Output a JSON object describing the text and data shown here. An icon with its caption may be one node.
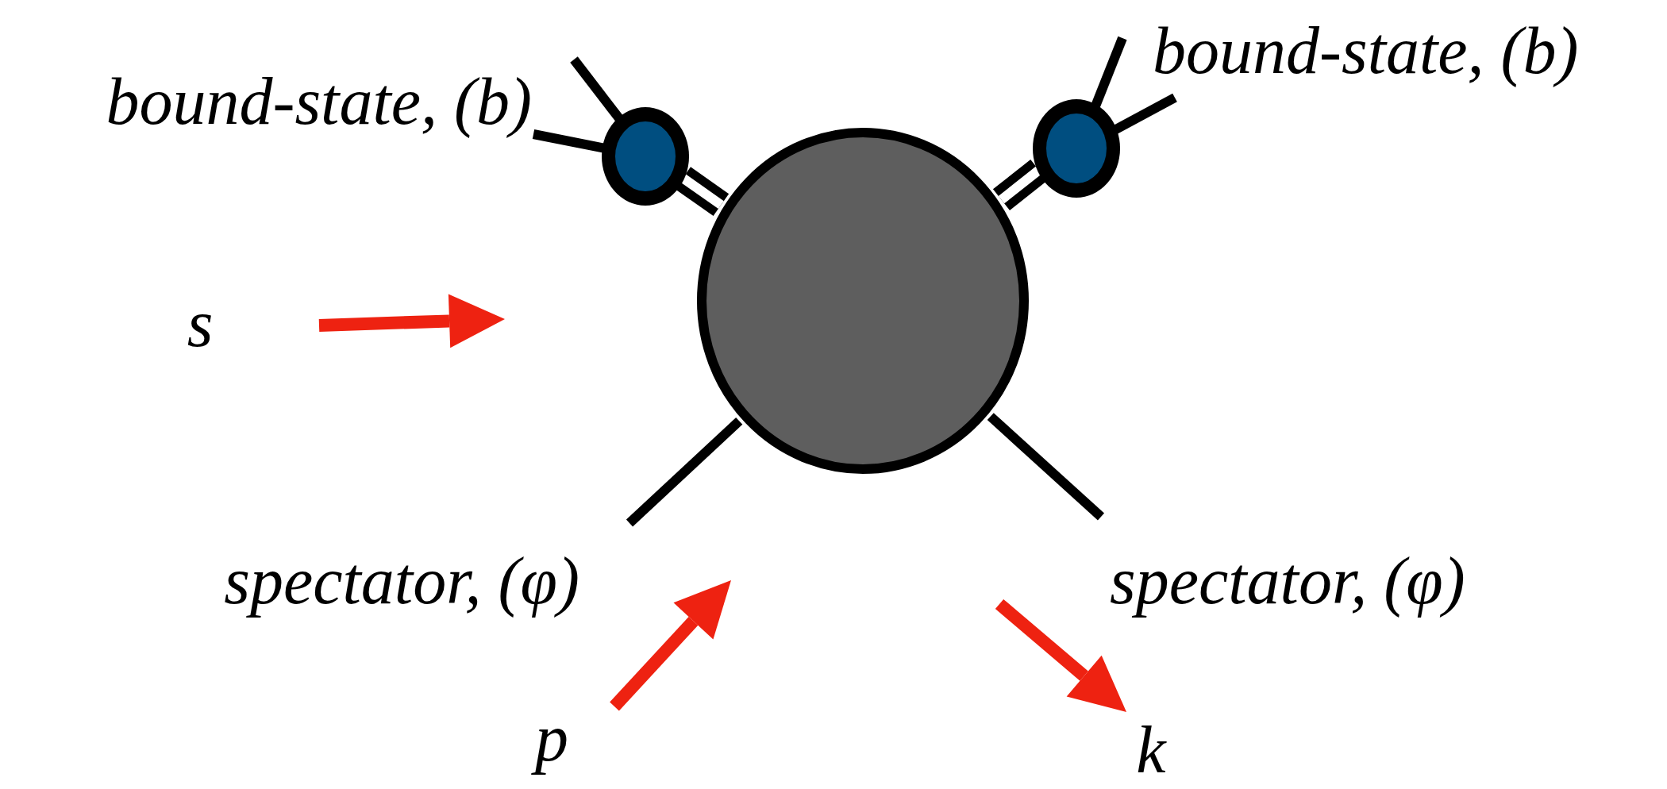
{
  "diagram": {
    "nodes": [
      {
        "text": [],
        "shape": "circle"
      },
      {
        "text": [],
        "shape": "circle"
      },
      {
        "text": [],
        "shape": "circle"
      },
      {
        "text": [
          "bound-state, (b)"
        ]
      },
      {
        "text": [
          "bound-state, (b)"
        ]
      },
      {
        "text": [
          "spectator, (φ)"
        ]
      },
      {
        "text": [
          "spectator, (φ)"
        ]
      }
    ],
    "edges": [
      {
        "from": 1,
        "to": 0,
        "arrow": "none",
        "style": "thick"
      },
      {
        "from": 2,
        "to": 0,
        "arrow": "none",
        "style": "thick"
      },
      {
        "from": 3,
        "to": 1,
        "arrow": "none"
      },
      {
        "from": 3,
        "to": 1,
        "arrow": "none"
      },
      {
        "from": 4,
        "to": 2,
        "arrow": "none"
      },
      {
        "from": 4,
        "to": 2,
        "arrow": "none"
      },
      {
        "from": 0,
        "to": 5,
        "arrow": "none"
      },
      {
        "from": 0,
        "to": 6,
        "arrow": "none"
      }
    ],
    "labels": [
      "s",
      "p",
      "k"
    ]
  }
}
